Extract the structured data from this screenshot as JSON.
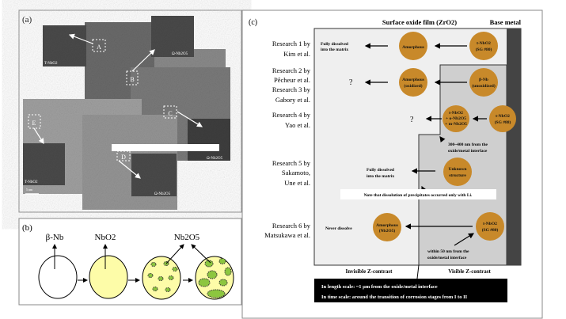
{
  "panel_a": {
    "label": "(a)",
    "boxes": [
      "A",
      "B",
      "C",
      "D",
      "E"
    ],
    "fft_labels": [
      "T-NbO2",
      "Ω-Nb2O5",
      "Ω-Nb2O5",
      "Ω-Nb2O5",
      "T-NbO2"
    ],
    "scale_bar": "5 nm"
  },
  "panel_b": {
    "label": "(b)",
    "labels": [
      "β-Nb",
      "NbO2",
      "Nb2O5"
    ],
    "colors": {
      "fill": "#fdfca8",
      "precipitate": "#8cc63f"
    }
  },
  "panel_c": {
    "label": "(c)",
    "header_oxide": "Surface oxide film (ZrO2)",
    "header_metal": "Base metal",
    "research": [
      [
        "Research 1 by",
        "Kim et al."
      ],
      [
        "Research 2 by",
        "Pêcheur et al.",
        "Research 3 by",
        "Gabory et al."
      ],
      [
        "Research 4 by",
        "Yao et al."
      ],
      [
        "Research 5 by",
        "Sakamoto,",
        "Une et al."
      ],
      [
        "Research 6 by",
        "Matsukawa et al."
      ]
    ],
    "results": {
      "r1": [
        "Fully dissolved",
        "into the matrix"
      ],
      "r2": "?",
      "r4": "?",
      "r5": [
        "Fully dissolved",
        "into the matrix"
      ],
      "r6": "Never dissolve"
    },
    "circles": {
      "r1_mid": [
        "Amorphous"
      ],
      "r1_right": [
        "t-NbO2",
        "(SG #80)"
      ],
      "r2_mid": [
        "Amorphous",
        "(oxidized)"
      ],
      "r2_right": [
        "β-Nb",
        "(unoxidized)"
      ],
      "r4_mid": [
        "t-NbO2",
        "+ o-Nb2O5",
        "+ m-Nb2O5"
      ],
      "r4_right": [
        "t-NbO2",
        "(SG #88)"
      ],
      "r5_mid": [
        "Unknown",
        "structure"
      ],
      "r6_mid": [
        "Amorphous",
        "(Nb2O5)"
      ],
      "r6_right": [
        "t-NbO2",
        "(SG #80)"
      ]
    },
    "notes": {
      "r4_distance": [
        "300~400 nm from the",
        "oxide/metal interface"
      ],
      "li_note": "Note that dissolution of precipitates occurred only with Li.",
      "r6_distance": [
        "within 50 nm from the",
        "oxide/metal interface"
      ]
    },
    "invisible": "Invisible Z-contrast",
    "visible": "Visible Z-contrast",
    "summary": [
      "In length scale:  ~1 μm from the oxide/metal interface",
      "In time scale:  around the transition of corrosion stages from I to II"
    ],
    "colors": {
      "circle": "#c8892a",
      "oxide": "#efefef",
      "visible": "#cfcfcf",
      "metal": "#444444"
    }
  }
}
